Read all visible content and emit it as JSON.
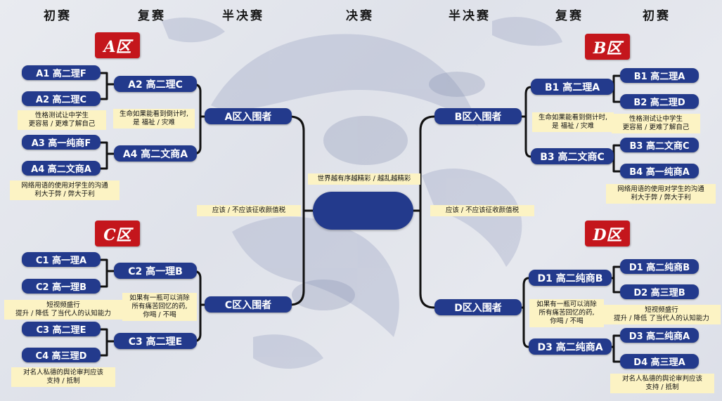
{
  "headers": {
    "left": [
      "初赛",
      "复赛",
      "半决赛"
    ],
    "center": "决赛",
    "right": [
      "半决赛",
      "复赛",
      "初赛"
    ]
  },
  "regions": {
    "a": "A区",
    "b": "B区",
    "c": "C区",
    "d": "D区"
  },
  "round1": {
    "a": [
      "A1 高二理F",
      "A2 高二理C",
      "A3 高一纯商F",
      "A4 高二文商A"
    ],
    "b": [
      "B1 高二理A",
      "B2 高二理D",
      "B3 高二文商C",
      "B4 高一纯商A"
    ],
    "c": [
      "C1 高一理A",
      "C2 高一理B",
      "C3 高二理E",
      "C4 高三理D"
    ],
    "d": [
      "D1 高二纯商B",
      "D2 高三理B",
      "D3 高二纯商A",
      "D4 高三理A"
    ]
  },
  "round2": {
    "a": [
      "A2 高二理C",
      "A4 高二文商A"
    ],
    "b": [
      "B1 高二理A",
      "B3 高二文商C"
    ],
    "c": [
      "C2 高一理B",
      "C3 高二理E"
    ],
    "d": [
      "D1 高二纯商B",
      "D3 高二纯商A"
    ]
  },
  "semis": {
    "a": "A区入围者",
    "b": "B区入围者",
    "c": "C区入围者",
    "d": "D区入围者"
  },
  "final": {
    "champion": ""
  },
  "topics": {
    "a_r1_1": [
      "性格测试让中学生",
      "更容易 / 更难了解自己"
    ],
    "a_r1_2": [
      "网络用语的使用对学生的沟通",
      "利大于弊 / 弊大于利"
    ],
    "a_r2": [
      "生命如果能看到倒计时,",
      "是 福祉 / 灾难"
    ],
    "b_r1_1": [
      "性格测试让中学生",
      "更容易 / 更难了解自己"
    ],
    "b_r1_2": [
      "网络用语的使用对学生的沟通",
      "利大于弊 / 弊大于利"
    ],
    "b_r2": [
      "生命如果能看到倒计时,",
      "是 福祉 / 灾难"
    ],
    "c_r1_1": [
      "短视频盛行",
      "提升 / 降低 了当代人的认知能力"
    ],
    "c_r1_2": [
      "对名人私德的舆论审判应该",
      "支持 / 抵制"
    ],
    "c_r2": [
      "如果有一瓶可以消除",
      "所有痛苦回忆的药,",
      "你喝 / 不喝"
    ],
    "d_r1_1": [
      "短视频盛行",
      "提升 / 降低 了当代人的认知能力"
    ],
    "d_r1_2": [
      "对名人私德的舆论审判应该",
      "支持 / 抵制"
    ],
    "d_r2": [
      "如果有一瓶可以消除",
      "所有痛苦回忆的药,",
      "你喝 / 不喝"
    ],
    "semi_left": [
      "应该 / 不应该征收颜值税"
    ],
    "semi_right": [
      "应该 / 不应该征收颜值税"
    ],
    "final": [
      "世界越有序越精彩 / 越乱越精彩"
    ]
  },
  "colors": {
    "team_fill": "#233a8c",
    "region_fill": "#c4161c",
    "topic_fill": "#fcf3c4",
    "line": "#111111"
  }
}
